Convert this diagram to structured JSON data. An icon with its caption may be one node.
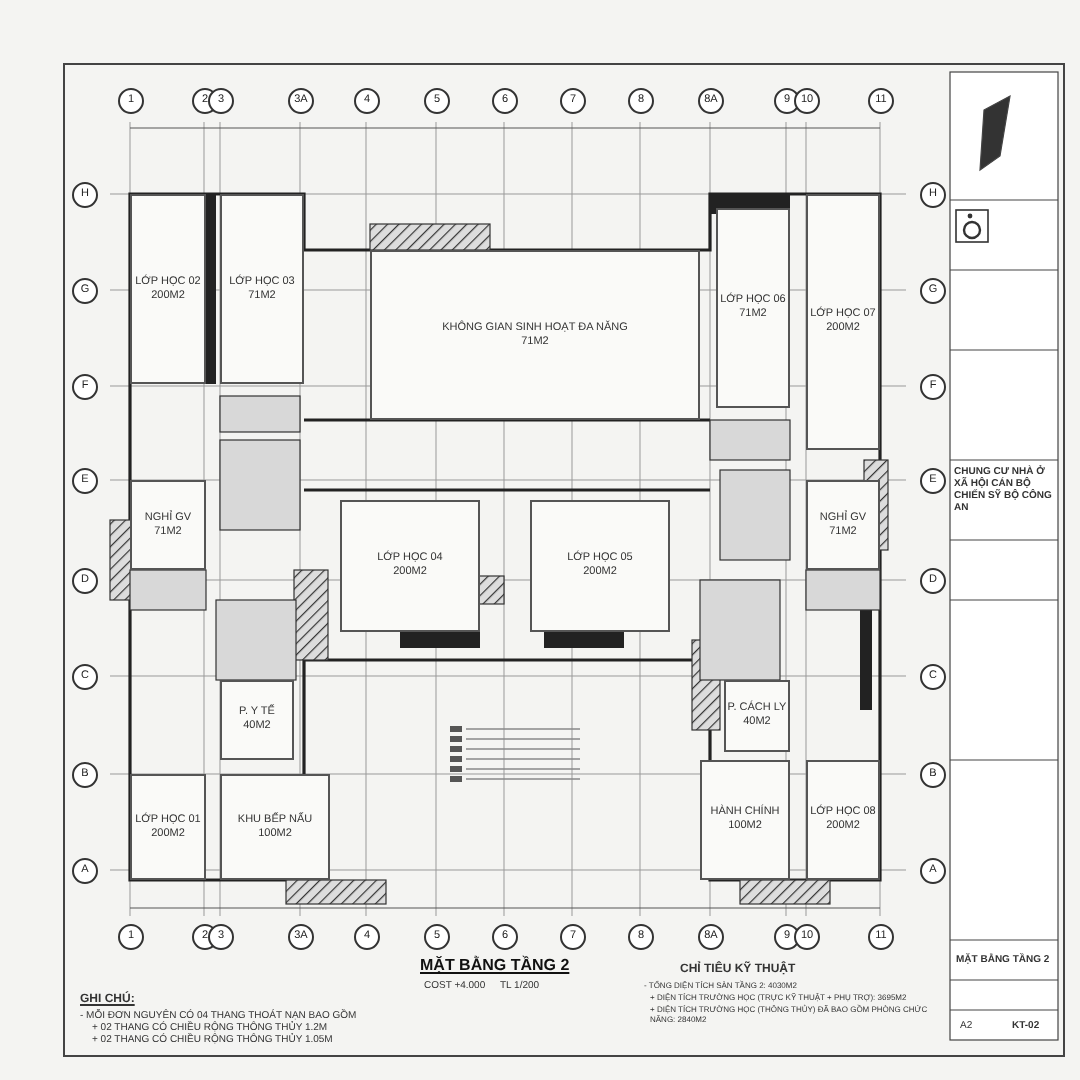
{
  "diagram": {
    "title": "MẶT BẰNG TẦNG 2",
    "nodes": [
      {
        "text": [
          "LỚP HỌC 02",
          "200M2"
        ]
      },
      {
        "text": [
          "LỚP HỌC 03",
          "71M2"
        ]
      },
      {
        "text": [
          "KHÔNG GIAN SINH HOẠT ĐA NĂNG",
          "71M2"
        ]
      },
      {
        "text": [
          "LỚP HỌC 06",
          "71M2"
        ]
      },
      {
        "text": [
          "LỚP HỌC 07",
          "200M2"
        ]
      },
      {
        "text": [
          "NGHỈ GV",
          "71M2"
        ]
      },
      {
        "text": [
          "LỚP HỌC 04",
          "200M2"
        ]
      },
      {
        "text": [
          "LỚP HỌC 05",
          "200M2"
        ]
      },
      {
        "text": [
          "NGHỈ GV",
          "71M2"
        ]
      },
      {
        "text": [
          "P. Y TẾ",
          "40M2"
        ]
      },
      {
        "text": [
          "P. CÁCH LY",
          "40M2"
        ]
      },
      {
        "text": [
          "LỚP HỌC 01",
          "200M2"
        ]
      },
      {
        "text": [
          "KHU BẾP NẤU",
          "100M2"
        ]
      },
      {
        "text": [
          "HÀNH CHÍNH",
          "100M2"
        ]
      },
      {
        "text": [
          "LỚP HỌC 08",
          "200M2"
        ]
      }
    ],
    "labels": [
      "1",
      "2",
      "3",
      "3A",
      "4",
      "5",
      "6",
      "7",
      "8",
      "8A",
      "9",
      "10",
      "11",
      "H",
      "G",
      "F",
      "E",
      "D",
      "C",
      "B",
      "A",
      "H",
      "G",
      "F",
      "E",
      "D",
      "C",
      "B",
      "A",
      "1",
      "2",
      "3",
      "3A",
      "4",
      "5",
      "6",
      "7",
      "8",
      "8A",
      "9",
      "10",
      "11",
      "COST +4.000",
      "TL 1/200",
      "GHI CHÚ:",
      "- MỖI ĐƠN NGUYÊN CÓ 04 THANG THOÁT NẠN BAO GỒM",
      "+ 02 THANG CÓ CHIỀU RỘNG THÔNG THỦY 1.2M",
      "+ 02 THANG CÓ CHIỀU RỘNG THÔNG THỦY 1.05M",
      "CHỈ TIÊU KỸ THUẬT",
      "- TỔNG DIỆN TÍCH SÀN TẦNG 2: 4030M2",
      "+ DIỆN TÍCH TRƯỜNG HỌC (TRỰC KỸ THUẬT + PHỤ TRỢ): 3695M2",
      "+ DIỆN TÍCH TRƯỜNG HỌC (THÔNG THỦY) ĐÃ BAO GỒM PHÒNG CHỨC NĂNG: 2840M2",
      "CHUNG CƯ NHÀ Ở XÃ HỘI CÁN BỘ CHIẾN SỸ BỘ CÔNG AN",
      "MẶT BẰNG TẦNG 2",
      "A2",
      "KT-02"
    ]
  }
}
